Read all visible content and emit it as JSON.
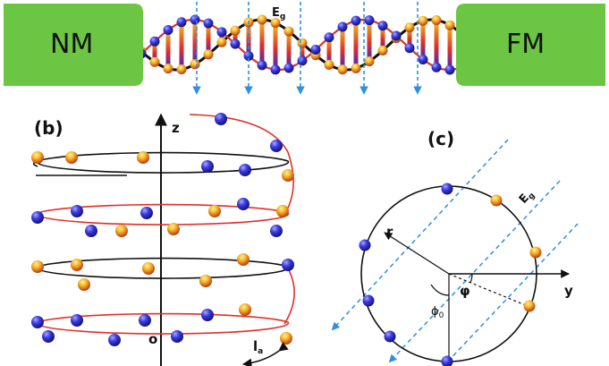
{
  "panel_a": {
    "left_lead": "NM",
    "right_lead": "FM",
    "field_label": "E",
    "field_sub": "g"
  },
  "panel_b": {
    "label": "(b)",
    "axis_z": "z",
    "origin": "o",
    "length_label": "l",
    "length_sub": "a"
  },
  "panel_c": {
    "label": "(c)",
    "axis_y": "y",
    "radius_label": "r",
    "angle_phi": "φ",
    "angle_phi0": "ϕ",
    "angle_phi0_sub": "0",
    "field_label": "E",
    "field_sub": "g"
  },
  "colors": {
    "lead_green": "#6cc644",
    "strand_red": "#e0302a",
    "strand_black": "#111111",
    "blue_atom": "#2a2acc",
    "orange_atom": "#f2a51e",
    "field_blue": "#2f8fe0"
  }
}
